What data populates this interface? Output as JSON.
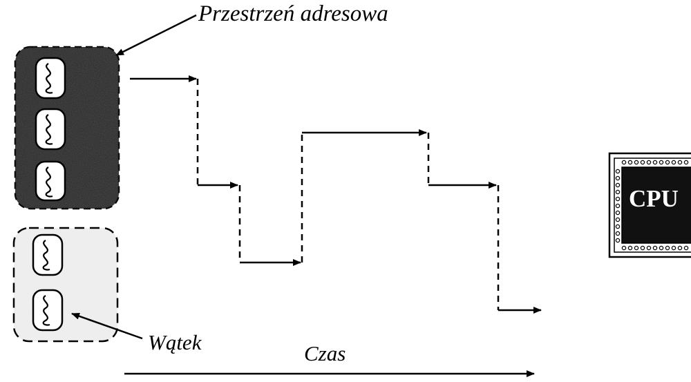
{
  "labels": {
    "address_space": "Przestrzeń adresowa",
    "thread": "Wątek",
    "time": "Czas",
    "cpu": "CPU"
  },
  "processes": [
    {
      "threads": 3,
      "shade": "dark"
    },
    {
      "threads": 2,
      "shade": "light"
    }
  ],
  "icons": {
    "thread": "squiggle-thread-icon",
    "cpu": "cpu-chip-icon"
  },
  "colors": {
    "ink": "#000000",
    "dark_fill": "#2e2e2e",
    "light_fill": "#f0f0f0",
    "background": "#ffffff"
  }
}
